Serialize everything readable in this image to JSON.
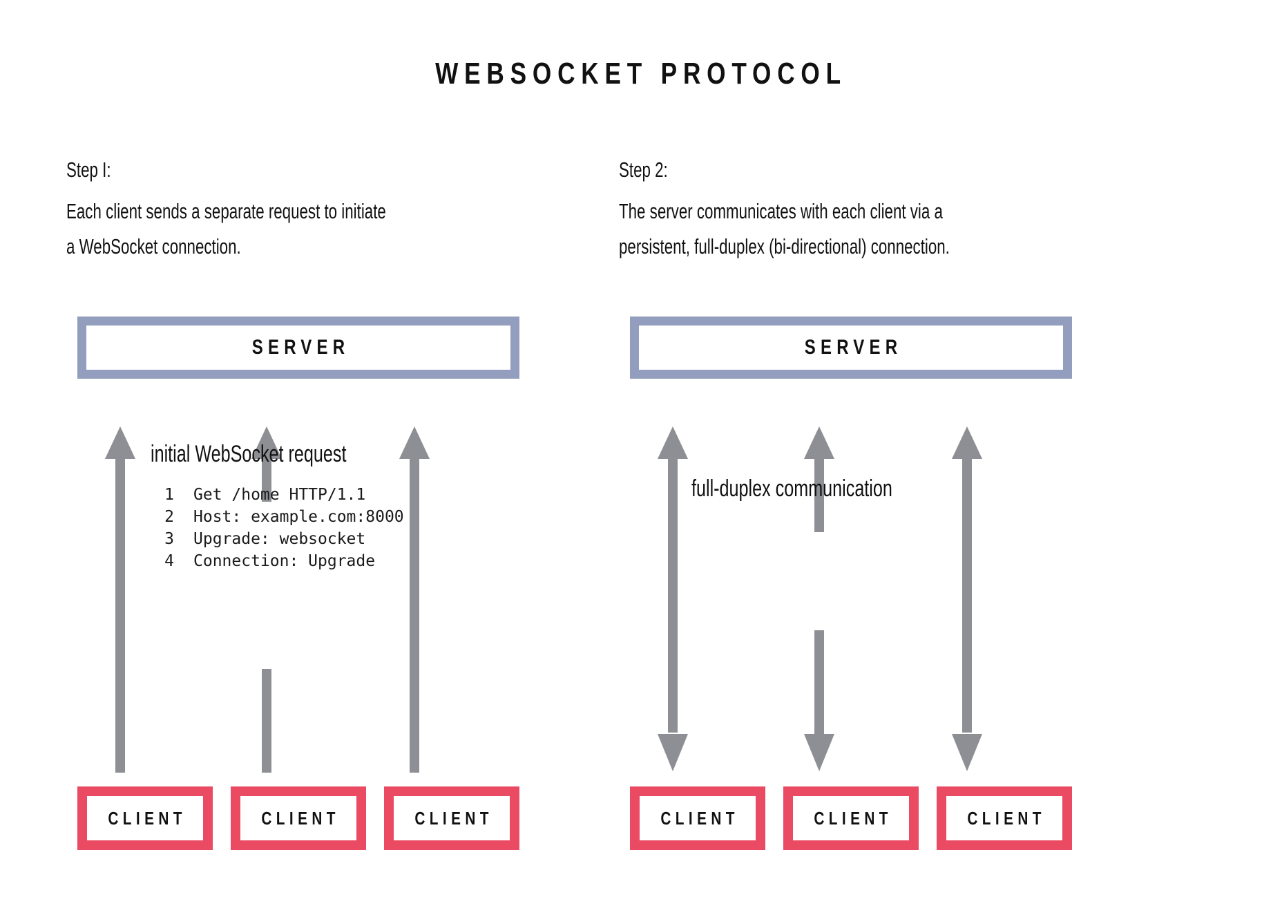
{
  "title": "WEBSOCKET PROTOCOL",
  "colors": {
    "server_border": "#939dbd",
    "client_border": "#ea4a62",
    "arrow": "#8d8f94",
    "text": "#111111",
    "background": "#ffffff"
  },
  "steps": [
    {
      "label": "Step I:",
      "body_line_1": "Each client sends a separate request to initiate",
      "body_line_2": "a WebSocket connection.",
      "server_label": "SERVER",
      "annotation": "initial WebSocket request",
      "clients": [
        {
          "label": "CLIENT"
        },
        {
          "label": "CLIENT"
        },
        {
          "label": "CLIENT"
        }
      ],
      "code": [
        {
          "num": "1",
          "text": "Get /home HTTP/1.1"
        },
        {
          "num": "2",
          "text": "Host: example.com:8000"
        },
        {
          "num": "3",
          "text": "Upgrade: websocket"
        },
        {
          "num": "4",
          "text": "Connection: Upgrade"
        }
      ]
    },
    {
      "label": "Step 2:",
      "body_line_1": "The server communicates with each client via a",
      "body_line_2": "persistent, full-duplex (bi-directional) connection.",
      "server_label": "SERVER",
      "annotation": "full-duplex communication",
      "clients": [
        {
          "label": "CLIENT"
        },
        {
          "label": "CLIENT"
        },
        {
          "label": "CLIENT"
        }
      ]
    }
  ],
  "icons": {
    "arrow_up": "arrow-up-icon",
    "arrow_up_down": "arrow-up-down-icon"
  }
}
